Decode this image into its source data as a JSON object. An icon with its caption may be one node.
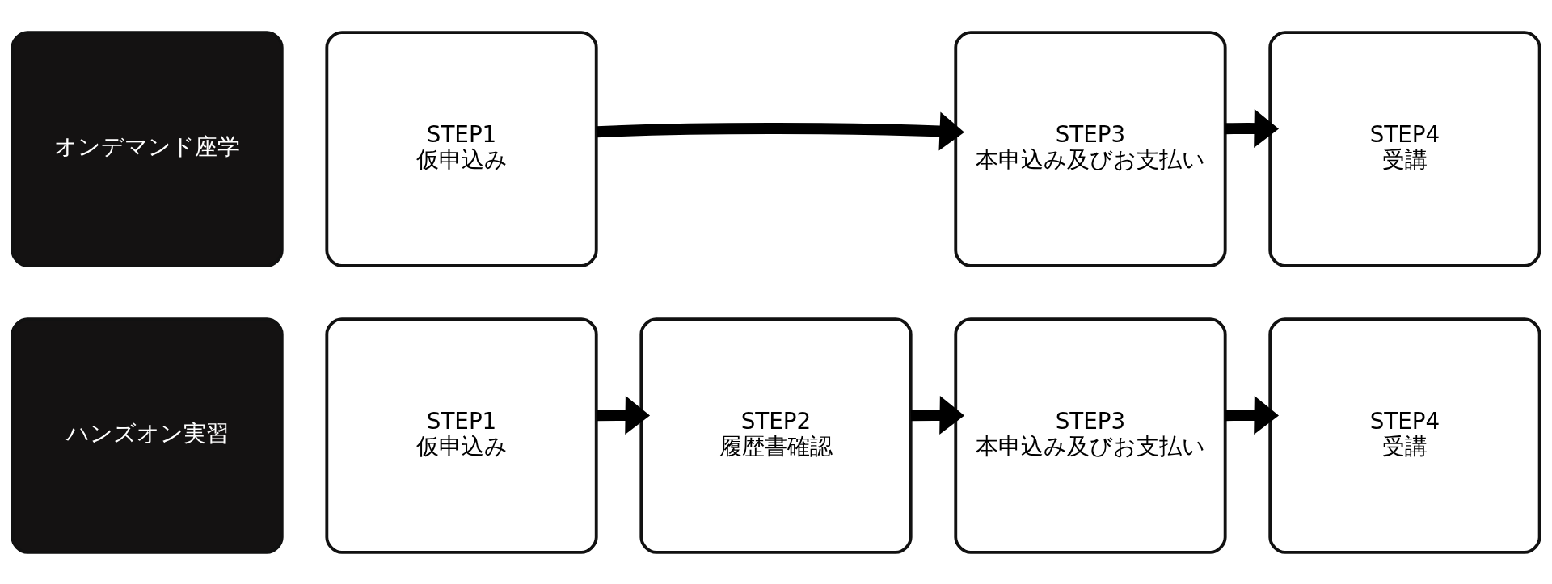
{
  "diagram": {
    "nodes": [
      {
        "text": [
          "ハンズオン実習"
        ]
      },
      {
        "text": [
          "STEP1",
          "仮申込み"
        ]
      },
      {
        "text": [
          "STEP2",
          "履歴書確認"
        ]
      },
      {
        "text": [
          "STEP3",
          "本申込み及びお支払い"
        ]
      },
      {
        "text": [
          "STEP4",
          "受講"
        ]
      },
      {
        "text": [
          "オンデマンド座学"
        ]
      },
      {
        "text": [
          "STEP1",
          "仮申込み"
        ]
      },
      {
        "text": [
          "STEP3",
          "本申込み及びお支払い"
        ]
      },
      {
        "text": [
          "STEP4",
          "受講"
        ]
      }
    ],
    "edges": [
      {
        "from": 1,
        "to": 2,
        "arrow": "to"
      },
      {
        "from": 2,
        "to": 3,
        "arrow": "to"
      },
      {
        "from": 3,
        "to": 4,
        "arrow": "to"
      },
      {
        "from": 6,
        "to": 7,
        "arrow": "to"
      },
      {
        "from": 7,
        "to": 8,
        "arrow": "to"
      }
    ]
  }
}
